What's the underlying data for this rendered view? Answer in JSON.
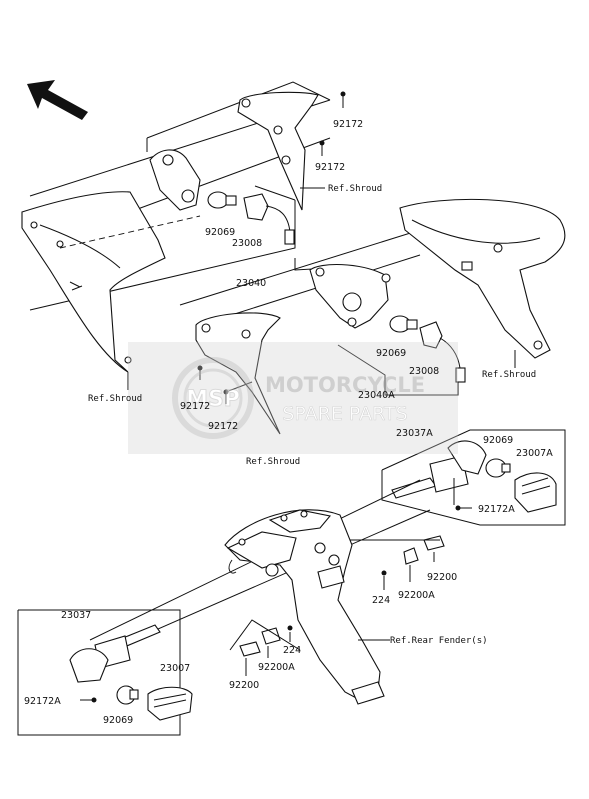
{
  "labels": {
    "p92172_a": "92172",
    "p92172_b": "92172",
    "ref_shroud_1": "Ref.Shroud",
    "p92069_a": "92069",
    "p23008_a": "23008",
    "p23040": "23040",
    "ref_shroud_2": "Ref.Shroud",
    "ref_shroud_3": "Ref.Shroud",
    "p92069_b": "92069",
    "p23008_b": "23008",
    "p23040A": "23040A",
    "p92172_c": "92172",
    "p92172_d": "92172",
    "ref_shroud_4": "Ref.Shroud",
    "p23037A": "23037A",
    "p92069_c": "92069",
    "p23007A": "23007A",
    "p92172A_a": "92172A",
    "p92200_a": "92200",
    "p224_a": "224",
    "p92200A_a": "92200A",
    "ref_rear_fender": "Ref.Rear Fender(s)",
    "p23037": "23037",
    "p224_b": "224",
    "p92200A_b": "92200A",
    "p92200_b": "92200",
    "p23007": "23007",
    "p92172A_b": "92172A",
    "p92069_d": "92069"
  },
  "watermark": {
    "line1": "MOTORCYCLE",
    "line2": "SPARE PARTS",
    "logo": "MSP",
    "color": "#b0b0b0"
  },
  "icons": {
    "front_arrow": "front-direction-arrow-icon"
  }
}
